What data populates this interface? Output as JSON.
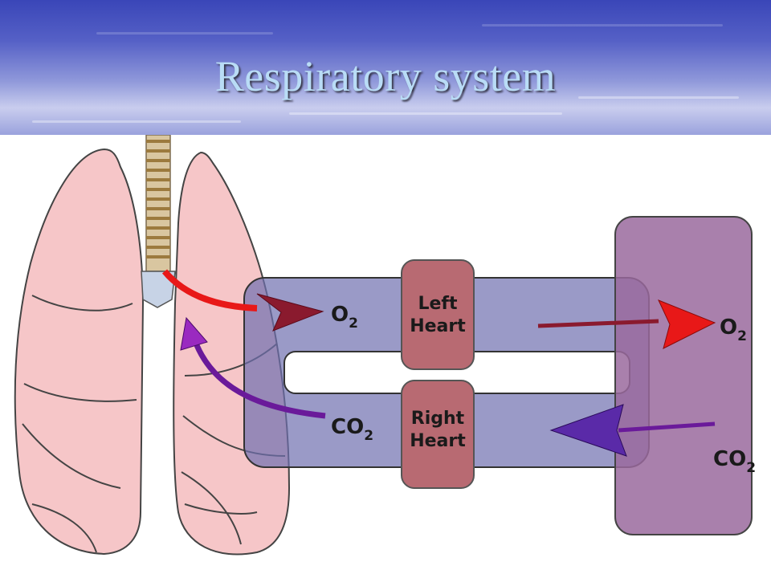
{
  "slide": {
    "title": "Respiratory system"
  },
  "diagram": {
    "left_heart_line1": "Left",
    "left_heart_line2": "Heart",
    "right_heart_line1": "Right",
    "right_heart_line2": "Heart",
    "lung_o2_label": "O",
    "lung_o2_sub": "2",
    "lung_co2_label": "CO",
    "lung_co2_sub": "2",
    "tissue_o2_label": "O",
    "tissue_o2_sub": "2",
    "tissue_co2_label": "CO",
    "tissue_co2_sub": "2"
  },
  "colors": {
    "lung": "#f6c6c8",
    "circuit": "#6f6faf",
    "heart": "#b86a72",
    "tissue": "#9a6a9e",
    "oxygen_arrow": "#e81818",
    "co2_arrow": "#6a1a9a"
  }
}
